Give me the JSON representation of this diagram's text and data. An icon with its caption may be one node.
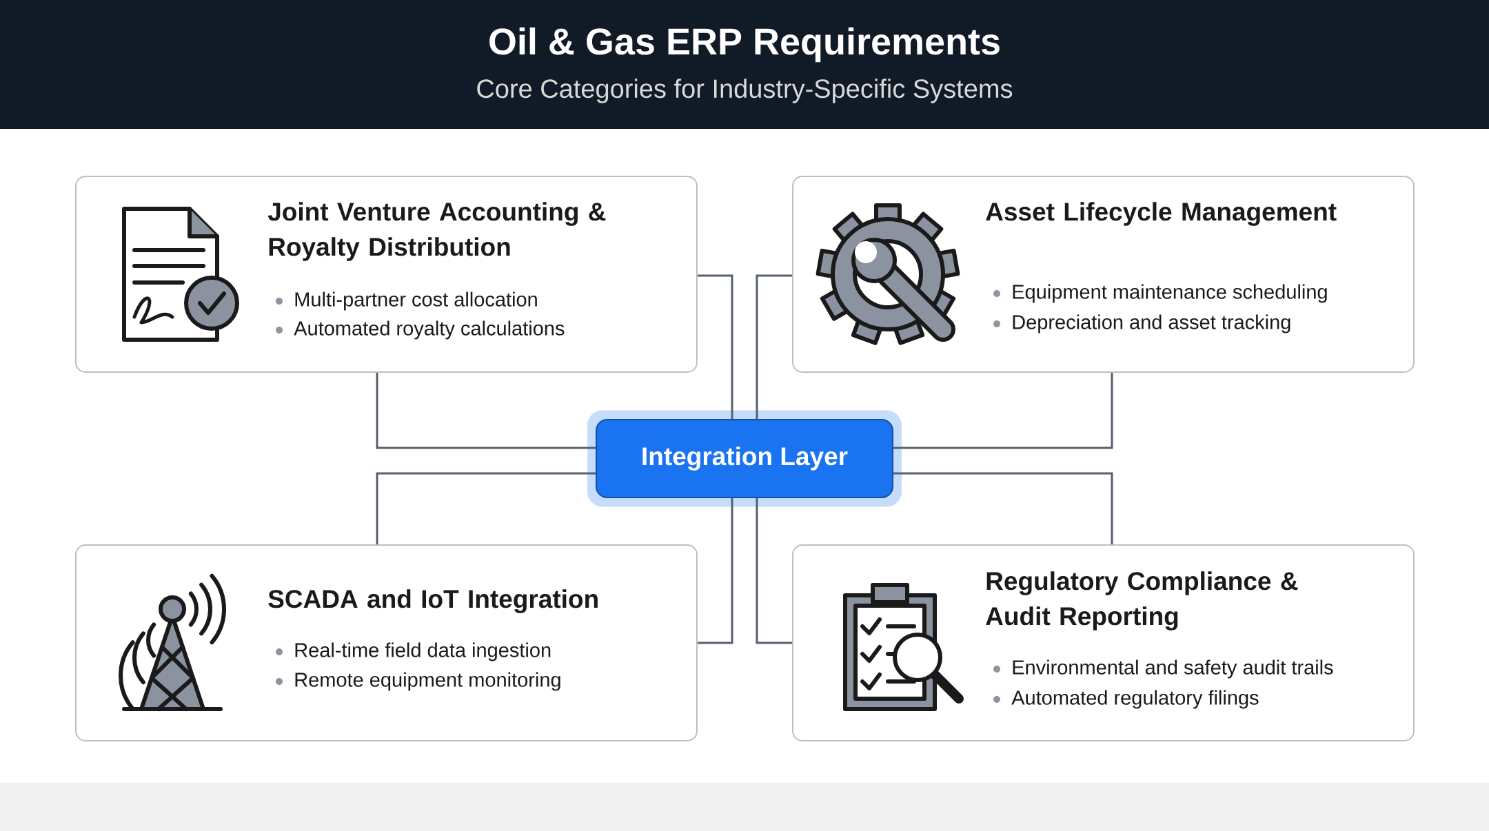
{
  "diagram": {
    "title": "Oil & Gas ERP Requirements",
    "nodes": [
      {
        "text": [
          "Joint Venture Accounting & Royalty Distribution",
          "Multi-partner cost allocation",
          "Automated royalty calculations"
        ]
      },
      {
        "text": [
          "Asset Lifecycle Management",
          "Equipment maintenance scheduling",
          "Depreciation and asset tracking"
        ]
      },
      {
        "text": [
          "Integration Layer"
        ]
      },
      {
        "text": [
          "SCADA and IoT Integration",
          "Real-time field data ingestion",
          "Remote equipment monitoring"
        ]
      },
      {
        "text": [
          "Regulatory Compliance & Audit Reporting",
          "Environmental and safety audit trails",
          "Automated regulatory filings"
        ]
      }
    ],
    "edges": [
      {
        "from": 0,
        "to": 2,
        "arrow": "none"
      },
      {
        "from": 0,
        "to": 2,
        "arrow": "none"
      },
      {
        "from": 1,
        "to": 2,
        "arrow": "none"
      },
      {
        "from": 1,
        "to": 2,
        "arrow": "none"
      },
      {
        "from": 3,
        "to": 2,
        "arrow": "none"
      },
      {
        "from": 3,
        "to": 2,
        "arrow": "none"
      },
      {
        "from": 4,
        "to": 2,
        "arrow": "none"
      },
      {
        "from": 4,
        "to": 2,
        "arrow": "none"
      }
    ],
    "labels": [
      "Core Categories for Industry-Specific Systems"
    ]
  }
}
